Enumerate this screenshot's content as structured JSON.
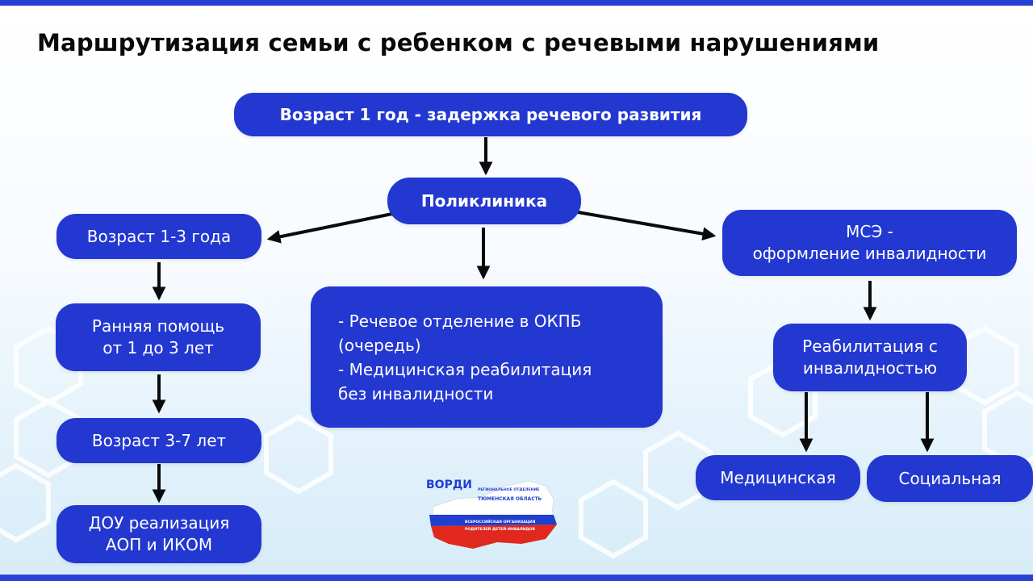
{
  "title": "Маршрутизация семьи с ребенком с речевыми нарушениями",
  "nodes": {
    "age_one": "Возраст 1 год - задержка речевого развития",
    "clinic": "Поликлиника",
    "age_1_3": "Возраст 1-3 года",
    "early_help_line1": "Ранняя помощь",
    "early_help_line2": "от 1 до 3 лет",
    "age_3_7": "Возраст 3-7 лет",
    "dou_line1": "ДОУ реализация",
    "dou_line2": "АОП и ИКОМ",
    "speech_line1": "- Речевое отделение в ОКПБ",
    "speech_line2": "(очередь)",
    "speech_line3": "- Медицинская реабилитация",
    "speech_line4": "без инвалидности",
    "mse_line1": "МСЭ -",
    "mse_line2": "оформление инвалидности",
    "rehab_line1": "Реабилитация с",
    "rehab_line2": "инвалидностью",
    "medical": "Медицинская",
    "social": "Социальная"
  },
  "logo": {
    "name": "ВОРДИ",
    "line1": "РЕГИОНАЛЬНОЕ ОТДЕЛЕНИЕ",
    "line2": "ТЮМЕНСКАЯ ОБЛАСТЬ",
    "line3": "ВСЕРОССИЙСКАЯ ОРГАНИЗАЦИЯ",
    "line4": "РОДИТЕЛЕЙ ДЕТЕЙ-ИНВАЛИДОВ"
  },
  "colors": {
    "box": "#2338d1",
    "accent_bar": "#2a3fd6",
    "arrow": "#0a0a0a"
  }
}
